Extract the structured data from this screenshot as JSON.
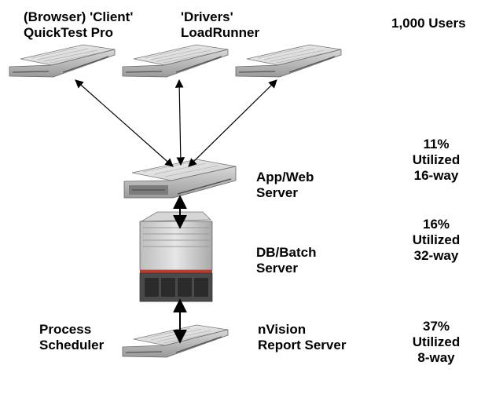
{
  "clients": {
    "browser_line1": "(Browser) 'Client'",
    "browser_line2": "QuickTest Pro",
    "drivers_line1": "'Drivers'",
    "drivers_line2": "LoadRunner",
    "users": "1,000 Users"
  },
  "app_web": {
    "line1": "App/Web",
    "line2": "Server",
    "util_pct": "11%",
    "util_word": "Utilized",
    "cores": "16-way"
  },
  "db_batch": {
    "line1": "DB/Batch",
    "line2": "Server",
    "util_pct": "16%",
    "util_word": "Utilized",
    "cores": "32-way"
  },
  "bottom": {
    "left_line1": "Process",
    "left_line2": "Scheduler",
    "right_line1": "nVision",
    "right_line2": "Report Server",
    "util_pct": "37%",
    "util_word": "Utilized",
    "cores": "8-way"
  }
}
